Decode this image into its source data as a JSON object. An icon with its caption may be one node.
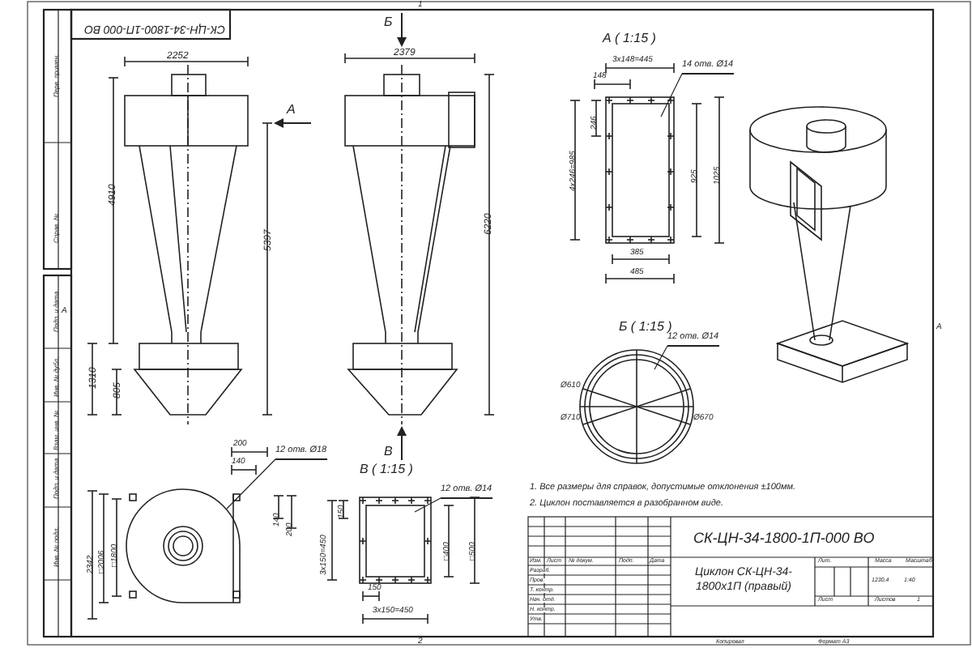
{
  "diagram": {
    "nodes": [
      {
        "text": [
          "14 отв. Ø14"
        ]
      },
      {
        "text": [
          "12 отв. Ø14"
        ]
      },
      {
        "text": [
          "12 отв. Ø18"
        ]
      },
      {
        "text": [
          "12 отв. Ø14"
        ]
      }
    ],
    "edges": [
      {
        "from": 0,
        "to": null,
        "arrow": "none"
      },
      {
        "from": 1,
        "to": null,
        "arrow": "none"
      },
      {
        "from": 2,
        "to": null,
        "arrow": "none"
      },
      {
        "from": 3,
        "to": null,
        "arrow": "none"
      }
    ],
    "labels": [
      "СК-ЦН-34-1800-1П-000 ВО",
      "2252",
      "А",
      "4910",
      "5397",
      "1310",
      "805",
      "Б",
      "2379",
      "6220",
      "В",
      "А ( 1:15 )",
      "3x148=445",
      "148",
      "246",
      "4x246=985",
      "925",
      "1025",
      "385",
      "485",
      "Б ( 1:15 )",
      "Ø610",
      "Ø710",
      "Ø670",
      "200",
      "140",
      "2342",
      "□2006",
      "□1800",
      "140",
      "200",
      "В ( 1:15 )",
      "150",
      "3x150=450",
      "□400",
      "□500",
      "150",
      "3x150=450",
      "1. Все размеры для справок, допустимые отклонения ±100мм.",
      "2. Циклон поставляется в разобранном виде.",
      "СК-ЦН-34-1800-1П-000 ВО",
      "Циклон СК-ЦН-34-1800х1П (правый)",
      "Изм.",
      "Лист",
      "№ докум.",
      "Подп.",
      "Дата",
      "Разраб.",
      "Пров.",
      "Т. контр.",
      "Нач. отд.",
      "Н. контр.",
      "Утв.",
      "Лит.",
      "Масса",
      "Масштаб",
      "1230,4",
      "1:40",
      "Лист",
      "Листов",
      "1",
      "Копировал",
      "Формат A3",
      "Перв. примен.",
      "Справ. №",
      "Подп. и дата",
      "Инв. № дубл.",
      "Взам. инв. №",
      "Подп. и дата",
      "Инв. № подл.",
      "1",
      "2",
      "А",
      "А"
    ]
  }
}
